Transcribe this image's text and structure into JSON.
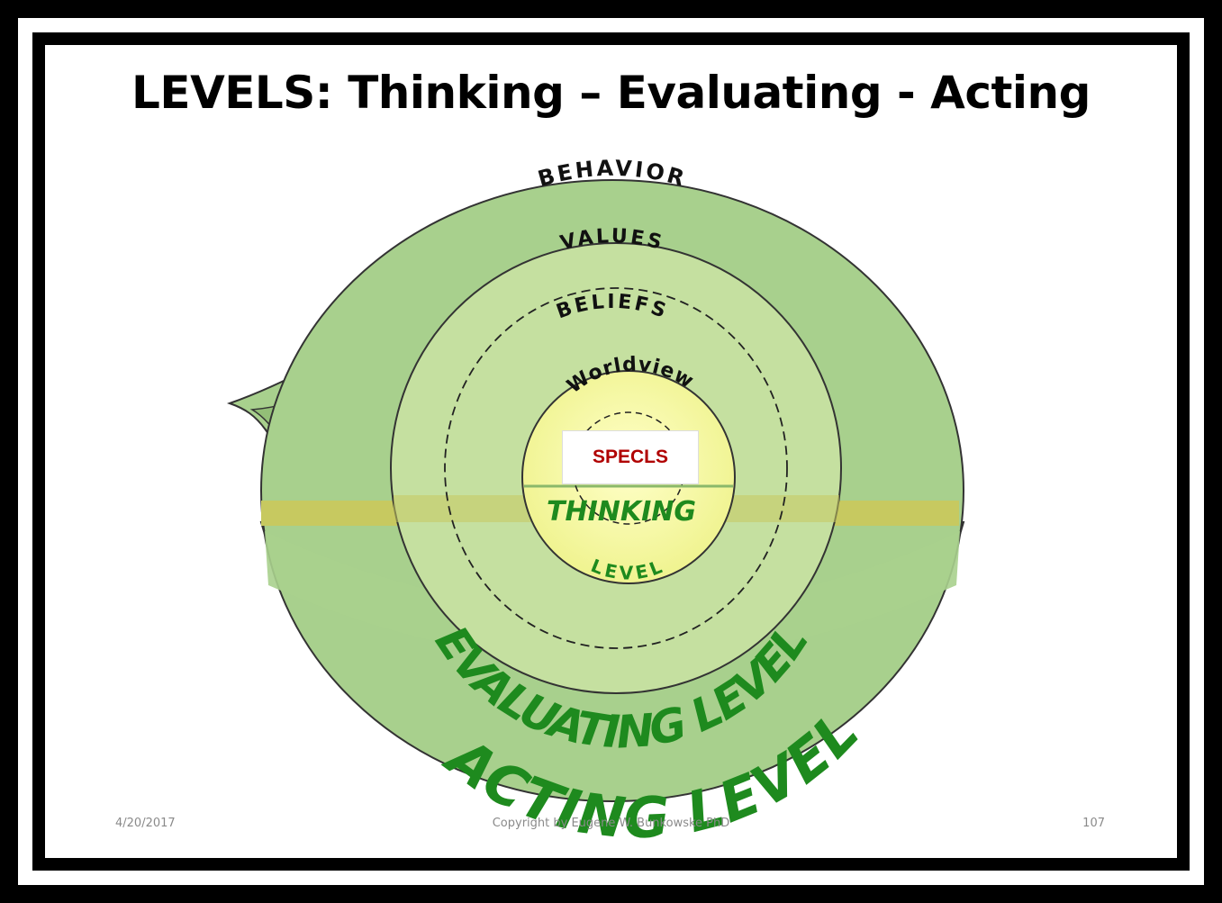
{
  "title": "LEVELS: Thinking – Evaluating - Acting",
  "rings": {
    "behavior": "BEHAVIOR",
    "values": "VALUES",
    "beliefs": "BELIEFS",
    "worldview": "Worldview"
  },
  "levels": {
    "thinking_top": "THINKING",
    "thinking_bottom": "LEVEL",
    "evaluating": "EVALUATING LEVEL",
    "acting": "ACTING LEVEL"
  },
  "center_label": "SPECLS",
  "footer": {
    "date": "4/20/2017",
    "copyright": "Copyright by Eugene W. Bunkowske PhD",
    "page_number": "107"
  },
  "colors": {
    "outer_ring": "#a8d08d",
    "middle_ring": "#c5e0a0",
    "inner_core": "#f3f49a",
    "sphere_bottom": "#e4ef7a",
    "band": "#c7c960",
    "level_text": "#1e8a1e",
    "center_label_text": "#b00000"
  }
}
